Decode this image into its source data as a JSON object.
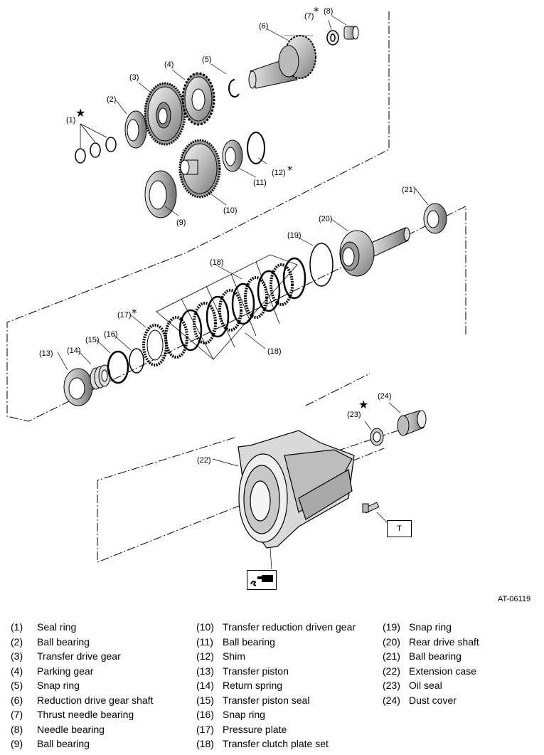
{
  "figure_id": "AT-06119",
  "torque_mark": "T",
  "callouts": [
    "(1)",
    "(2)",
    "(3)",
    "(4)",
    "(5)",
    "(6)",
    "(7)",
    "(8)",
    "(9)",
    "(10)",
    "(11)",
    "(12)",
    "(13)",
    "(14)",
    "(15)",
    "(16)",
    "(17)",
    "(18)",
    "(19)",
    "(20)",
    "(21)",
    "(22)",
    "(23)",
    "(24)"
  ],
  "legend": {
    "col1": [
      {
        "num": "(1)",
        "label": "Seal ring"
      },
      {
        "num": "(2)",
        "label": "Ball bearing"
      },
      {
        "num": "(3)",
        "label": "Transfer drive gear"
      },
      {
        "num": "(4)",
        "label": "Parking gear"
      },
      {
        "num": "(5)",
        "label": "Snap ring"
      },
      {
        "num": "(6)",
        "label": "Reduction drive gear shaft"
      },
      {
        "num": "(7)",
        "label": "Thrust needle bearing"
      },
      {
        "num": "(8)",
        "label": "Needle bearing"
      },
      {
        "num": "(9)",
        "label": "Ball bearing"
      }
    ],
    "col2": [
      {
        "num": "(10)",
        "label": "Transfer reduction driven gear"
      },
      {
        "num": "(11)",
        "label": "Ball bearing"
      },
      {
        "num": "(12)",
        "label": "Shim"
      },
      {
        "num": "(13)",
        "label": "Transfer piston"
      },
      {
        "num": "(14)",
        "label": "Return spring"
      },
      {
        "num": "(15)",
        "label": "Transfer piston seal"
      },
      {
        "num": "(16)",
        "label": "Snap ring"
      },
      {
        "num": "(17)",
        "label": "Pressure plate"
      },
      {
        "num": "(18)",
        "label": "Transfer clutch plate set"
      }
    ],
    "col3": [
      {
        "num": "(19)",
        "label": "Snap ring"
      },
      {
        "num": "(20)",
        "label": "Rear drive shaft"
      },
      {
        "num": "(21)",
        "label": "Ball bearing"
      },
      {
        "num": "(22)",
        "label": "Extension case"
      },
      {
        "num": "(23)",
        "label": "Oil seal"
      },
      {
        "num": "(24)",
        "label": "Dust cover"
      }
    ]
  }
}
